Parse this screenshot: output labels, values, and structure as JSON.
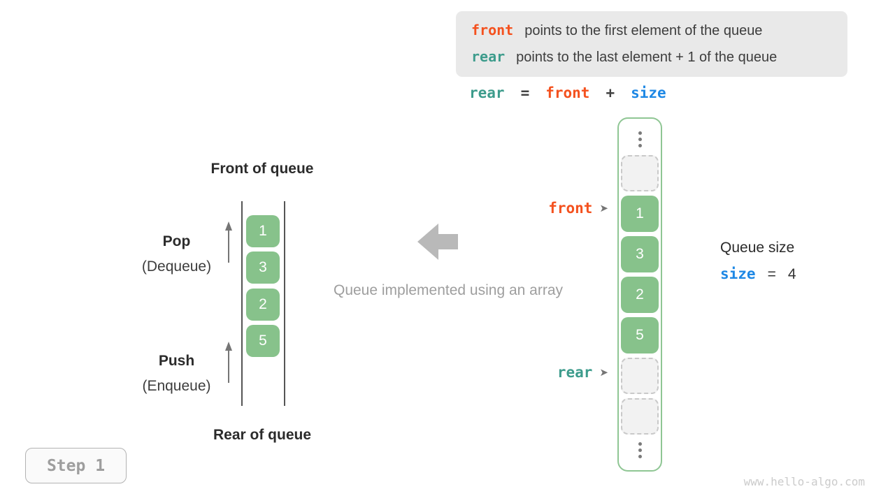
{
  "colors": {
    "accent_orange": "#f4511e",
    "accent_teal": "#3d9c8c",
    "accent_blue": "#1e88e5",
    "cell_green": "#87c28b",
    "container_border_green": "#8fc694",
    "info_box_bg": "#e9e9e9",
    "muted_gray_text": "#9e9e9e",
    "arrow_gray": "#b9b9b9",
    "dark_text": "#3a3a3a"
  },
  "info_box": {
    "lines": [
      {
        "keyword": "front",
        "text": "points to the first element of the queue"
      },
      {
        "keyword": "rear",
        "text": "points to the last element + 1 of the queue"
      }
    ]
  },
  "formula": {
    "lhs": "rear",
    "eq": "=",
    "rhs1": "front",
    "op": "+",
    "rhs2": "size"
  },
  "stack_diagram": {
    "top_label": "Front of queue",
    "bottom_label": "Rear of queue",
    "pop_label": "Pop",
    "pop_sublabel": "(Dequeue)",
    "push_label": "Push",
    "push_sublabel": "(Enqueue)",
    "values": [
      "1",
      "3",
      "2",
      "5"
    ]
  },
  "center": {
    "caption": "Queue implemented using an array"
  },
  "array_column": {
    "cells": [
      {
        "type": "ellipsis"
      },
      {
        "type": "empty"
      },
      {
        "type": "value",
        "value": "1"
      },
      {
        "type": "value",
        "value": "3"
      },
      {
        "type": "value",
        "value": "2"
      },
      {
        "type": "value",
        "value": "5"
      },
      {
        "type": "empty"
      },
      {
        "type": "empty"
      },
      {
        "type": "ellipsis"
      }
    ]
  },
  "pointers": {
    "front_label": "front",
    "rear_label": "rear",
    "arrow_glyph": "➤"
  },
  "queue_size": {
    "title": "Queue size",
    "variable": "size",
    "equals": "=",
    "value": "4"
  },
  "step_badge": {
    "label": "Step 1"
  },
  "watermark": {
    "text": "www.hello-algo.com"
  }
}
